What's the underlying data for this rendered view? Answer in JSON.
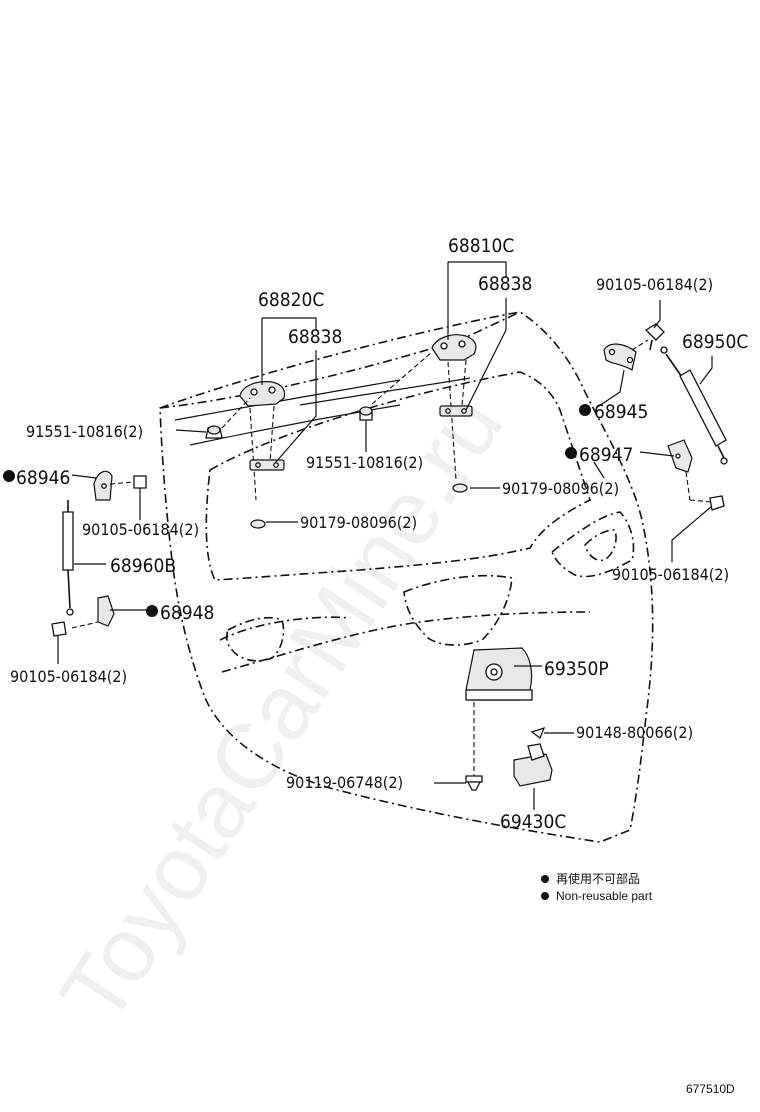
{
  "watermark": "ToyotaCarMine.ru",
  "labels": {
    "l68810C": "68810C",
    "l68838_right": "68838",
    "l68820C": "68820C",
    "l68838_left": "68838",
    "l90105_top": "90105-06184(2)",
    "l68950C": "68950C",
    "l91551_left": "91551-10816(2)",
    "l68945": "68945",
    "l91551_mid": "91551-10816(2)",
    "l68947": "68947",
    "l68946": "68946",
    "l90179_right": "90179-08096(2)",
    "l90105_left": "90105-06184(2)",
    "l90179_left": "90179-08096(2)",
    "l68960B": "68960B",
    "l90105_right": "90105-06184(2)",
    "l68948": "68948",
    "l69350P": "69350P",
    "l90105_bottom": "90105-06184(2)",
    "l90148": "90148-80066(2)",
    "l90119": "90119-06748(2)",
    "l69430C": "69430C"
  },
  "legend": {
    "line1": "再使用不可部品",
    "line2": "Non-reusable part"
  },
  "diagram_code": "677510D"
}
